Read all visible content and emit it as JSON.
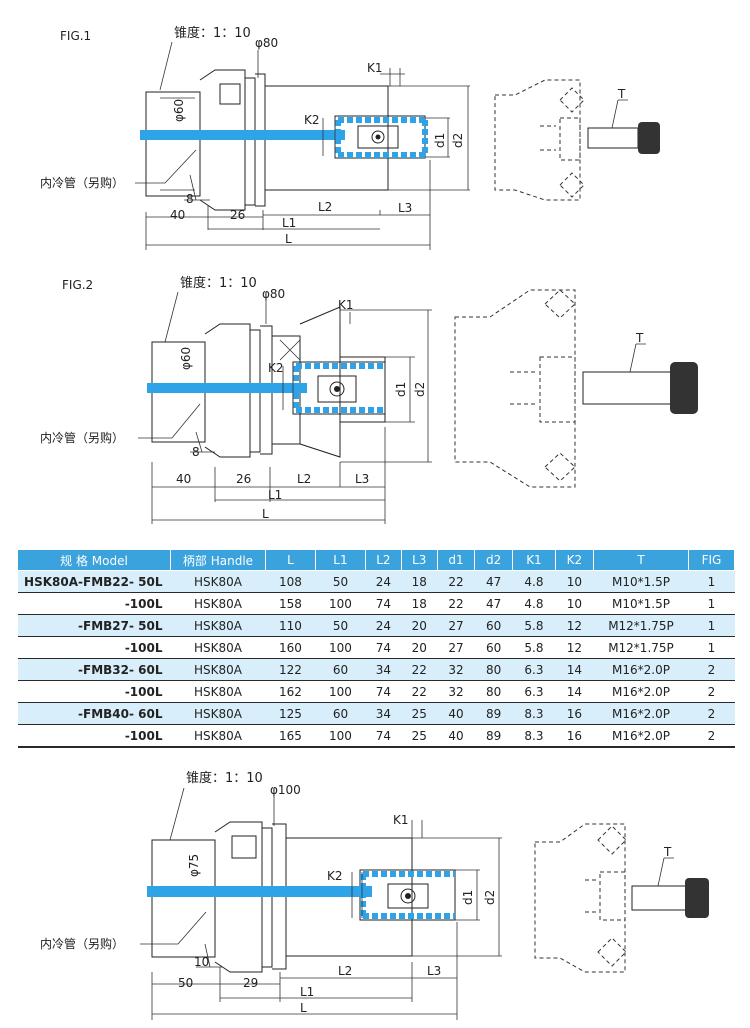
{
  "fig1": {
    "label": "FIG.1",
    "taper": "锥度：1：10",
    "phi_flange": "φ80",
    "phi_body": "φ60",
    "coolant_note": "内冷管（另购）",
    "dims": {
      "k1": "K1",
      "k2": "K2",
      "d1": "d1",
      "d2": "d2",
      "d8": "8",
      "d40": "40",
      "d26": "26",
      "l1": "L1",
      "l2": "L2",
      "l3": "L3",
      "l": "L",
      "t": "T"
    }
  },
  "fig2": {
    "label": "FIG.2",
    "taper": "锥度：1：10",
    "phi_flange": "φ80",
    "phi_body": "φ60",
    "coolant_note": "内冷管（另购）",
    "dims": {
      "k1": "K1",
      "k2": "K2",
      "d1": "d1",
      "d2": "d2",
      "d8": "8",
      "d40": "40",
      "d26": "26",
      "l1": "L1",
      "l2": "L2",
      "l3": "L3",
      "l": "L",
      "t": "T"
    }
  },
  "fig3": {
    "taper": "锥度：1：10",
    "phi_flange": "φ100",
    "phi_body": "φ75",
    "coolant_note": "内冷管（另购）",
    "dims": {
      "k1": "K1",
      "k2": "K2",
      "d1": "d1",
      "d2": "d2",
      "d10": "10",
      "d50": "50",
      "d29": "29",
      "l1": "L1",
      "l2": "L2",
      "l3": "L3",
      "l": "L",
      "t": "T"
    }
  },
  "table": {
    "headers": [
      "规 格 Model",
      "柄部 Handle",
      "L",
      "L1",
      "L2",
      "L3",
      "d1",
      "d2",
      "K1",
      "K2",
      "T",
      "FIG"
    ],
    "rows": [
      [
        "HSK80A-FMB22-  50L",
        "HSK80A",
        "108",
        "50",
        "24",
        "18",
        "22",
        "47",
        "4.8",
        "10",
        "M10*1.5P",
        "1"
      ],
      [
        "-100L",
        "HSK80A",
        "158",
        "100",
        "74",
        "18",
        "22",
        "47",
        "4.8",
        "10",
        "M10*1.5P",
        "1"
      ],
      [
        "-FMB27-  50L",
        "HSK80A",
        "110",
        "50",
        "24",
        "20",
        "27",
        "60",
        "5.8",
        "12",
        "M12*1.75P",
        "1"
      ],
      [
        "-100L",
        "HSK80A",
        "160",
        "100",
        "74",
        "20",
        "27",
        "60",
        "5.8",
        "12",
        "M12*1.75P",
        "1"
      ],
      [
        "-FMB32-  60L",
        "HSK80A",
        "122",
        "60",
        "34",
        "22",
        "32",
        "80",
        "6.3",
        "14",
        "M16*2.0P",
        "2"
      ],
      [
        "-100L",
        "HSK80A",
        "162",
        "100",
        "74",
        "22",
        "32",
        "80",
        "6.3",
        "14",
        "M16*2.0P",
        "2"
      ],
      [
        "-FMB40-  60L",
        "HSK80A",
        "125",
        "60",
        "34",
        "25",
        "40",
        "89",
        "8.3",
        "16",
        "M16*2.0P",
        "2"
      ],
      [
        "-100L",
        "HSK80A",
        "165",
        "100",
        "74",
        "25",
        "40",
        "89",
        "8.3",
        "16",
        "M16*2.0P",
        "2"
      ]
    ]
  }
}
